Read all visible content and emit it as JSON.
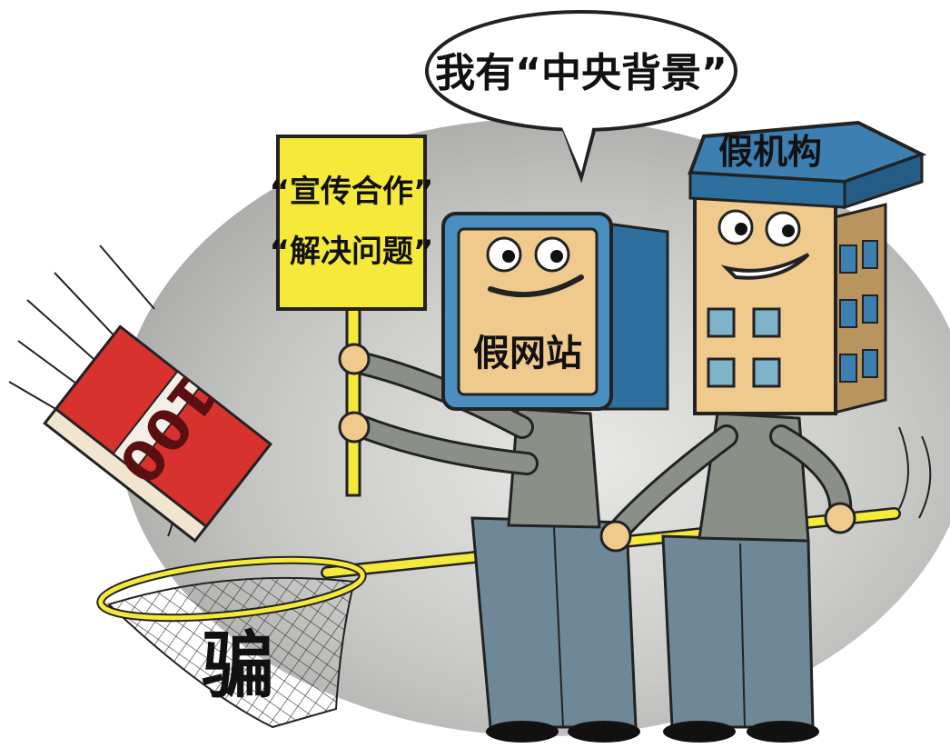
{
  "speech_bubble": {
    "text": "我有“中央背景”"
  },
  "sign": {
    "line1": "“宣传合作”",
    "line2": "“解决问题”"
  },
  "website_character": {
    "label": "假网站"
  },
  "organization_character": {
    "label": "假机构"
  },
  "money_stack": {
    "denomination": "100"
  },
  "net": {
    "label": "骗"
  },
  "colors": {
    "background_oval": "#c9c9c7",
    "sign_yellow": "#f5e93a",
    "monitor_blue": "#4a8fbf",
    "building_blue": "#3c7fb0",
    "face_tan": "#f0c98d",
    "money_red": "#d8322f",
    "clothes_gray": "#8a8f88",
    "pants_blue": "#6e8898"
  }
}
